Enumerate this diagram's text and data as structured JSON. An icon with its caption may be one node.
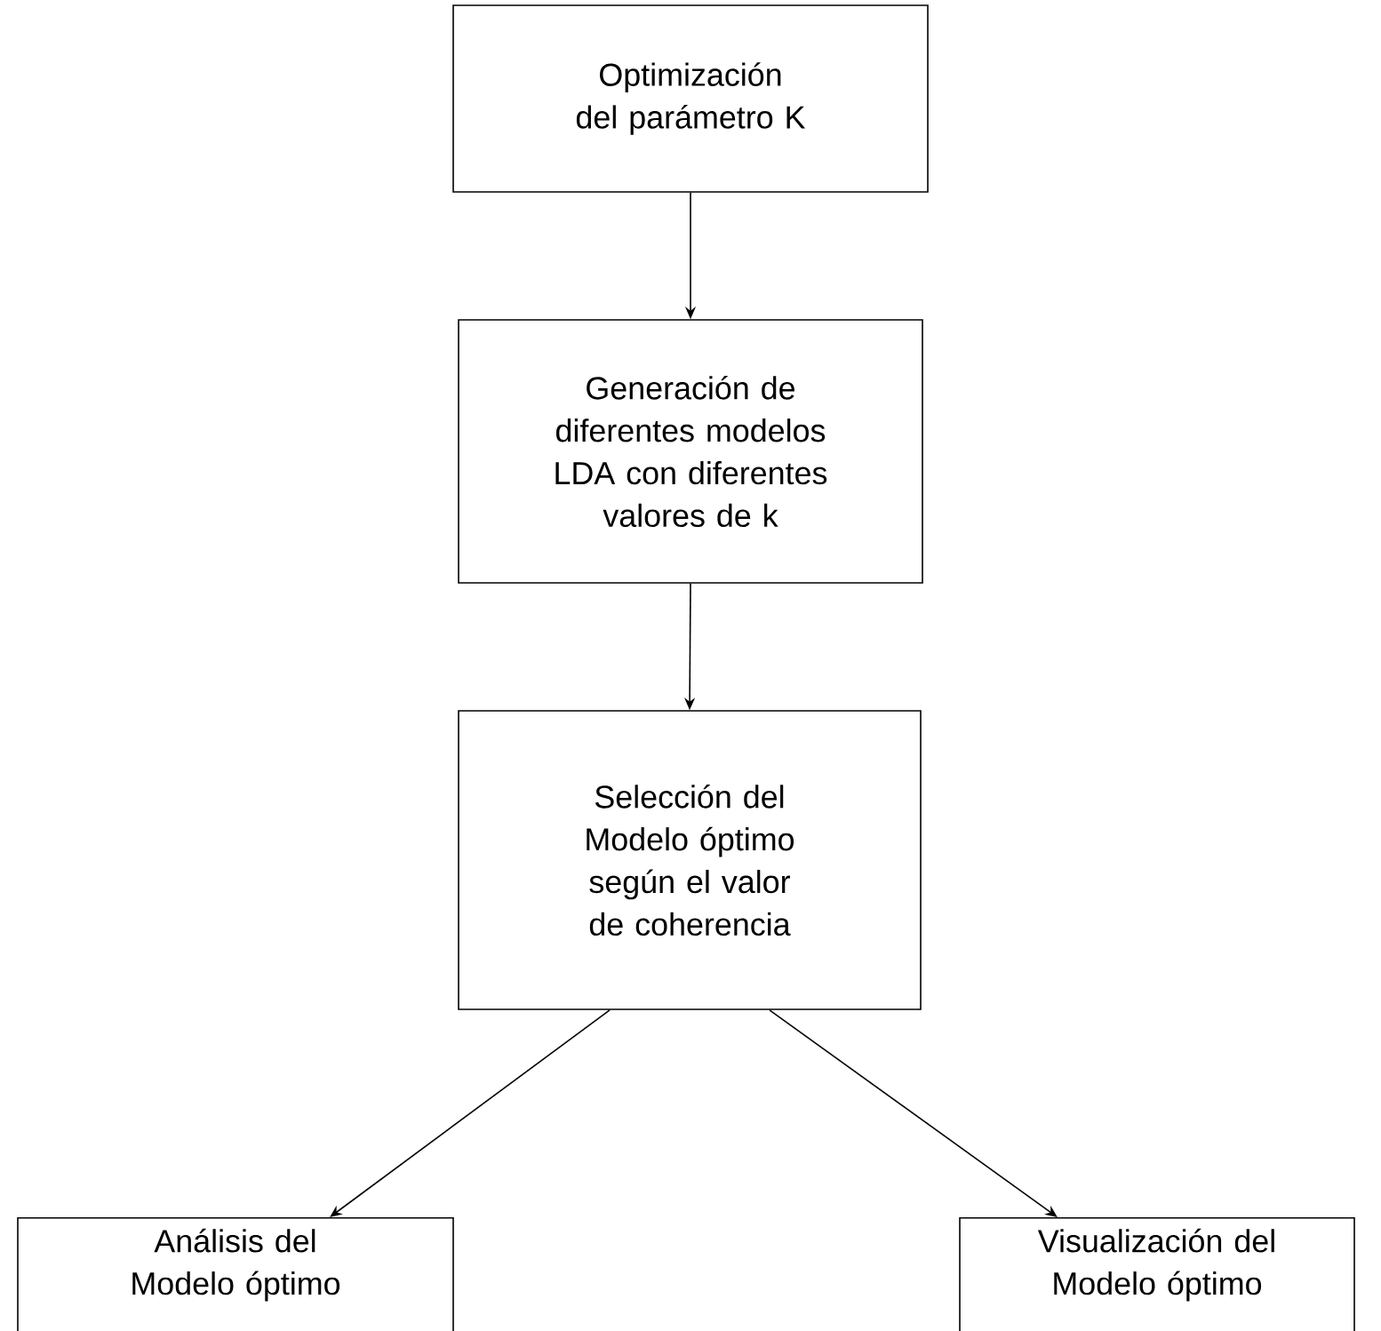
{
  "diagram": {
    "nodes": [
      {
        "text": [
          "Optimización del parámetro K"
        ]
      },
      {
        "text": [
          "Generación de diferentes modelos LDA con diferentes valores de k"
        ]
      },
      {
        "text": [
          "Selección del Modelo óptimo según el valor de coherencia"
        ]
      },
      {
        "text": [
          "Análisis del Modelo óptimo"
        ]
      },
      {
        "text": [
          "Visualización del Modelo óptimo"
        ]
      }
    ],
    "edges": [
      {
        "from": 0,
        "to": 1,
        "arrow": "to"
      },
      {
        "from": 1,
        "to": 2,
        "arrow": "to"
      },
      {
        "from": 2,
        "to": 3,
        "arrow": "to"
      },
      {
        "from": 2,
        "to": 4,
        "arrow": "to"
      }
    ]
  }
}
